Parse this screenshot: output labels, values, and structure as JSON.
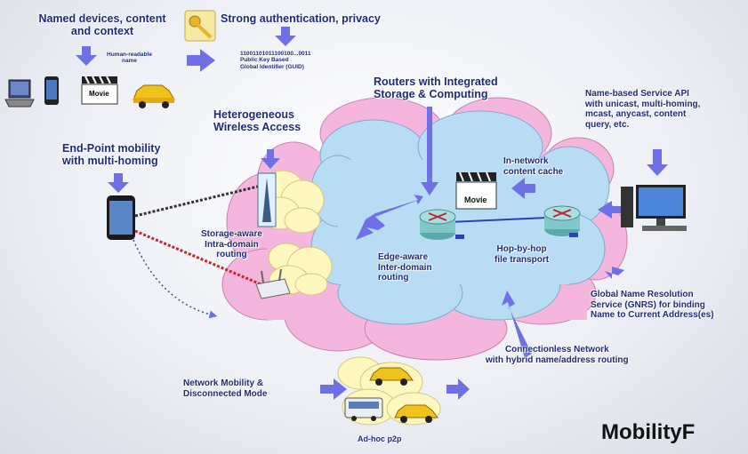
{
  "labels": {
    "named_devices": "Named devices, content\nand context",
    "strong_auth": "Strong authentication, privacy",
    "human_readable": "Human-readable\nname",
    "guid": "11001101011100100...0011\nPublic Key Based\nGlobal Identifier (GUID)",
    "routers": "Routers with Integrated\nStorage & Computing",
    "name_service_api": "Name-based Service API\nwith unicast, multi-homing,\nmcast, anycast, content\nquery, etc.",
    "heterogeneous": "Heterogeneous\nWireless Access",
    "endpoint_mobility": "End-Point mobility\nwith multi-homing",
    "in_network_cache": "In-network\ncontent cache",
    "storage_aware": "Storage-aware\nIntra-domain\nrouting",
    "edge_aware": "Edge-aware\nInter-domain\nrouting",
    "hop_by_hop": "Hop-by-hop\nfile transport",
    "gnrs": "Global Name Resolution\nService (GNRS) for binding\nName to Current Address(es)",
    "connectionless": "Connectionless Network\nwith hybrid name/address routing",
    "network_mobility": "Network Mobility &\nDisconnected Mode",
    "adhoc": "Ad-hoc p2p",
    "movie_clapper": "Movie",
    "movie_cache": "Movie",
    "watermark": "MobilityF"
  },
  "colors": {
    "cloud_pink": "#f4b6dc",
    "cloud_blue": "#b8dcf4",
    "cloud_yellow": "#fff7c0",
    "arrow": "#6f6fe6",
    "label": "#1f2a7a",
    "router": "#7fc7c9"
  },
  "icons": [
    "key-icon",
    "laptop-icon",
    "phone-icon",
    "movie-clapper-icon",
    "taxi-icon",
    "router-icon",
    "desktop-computer-icon",
    "cell-tower-icon",
    "wifi-access-point-icon",
    "bus-icon"
  ]
}
